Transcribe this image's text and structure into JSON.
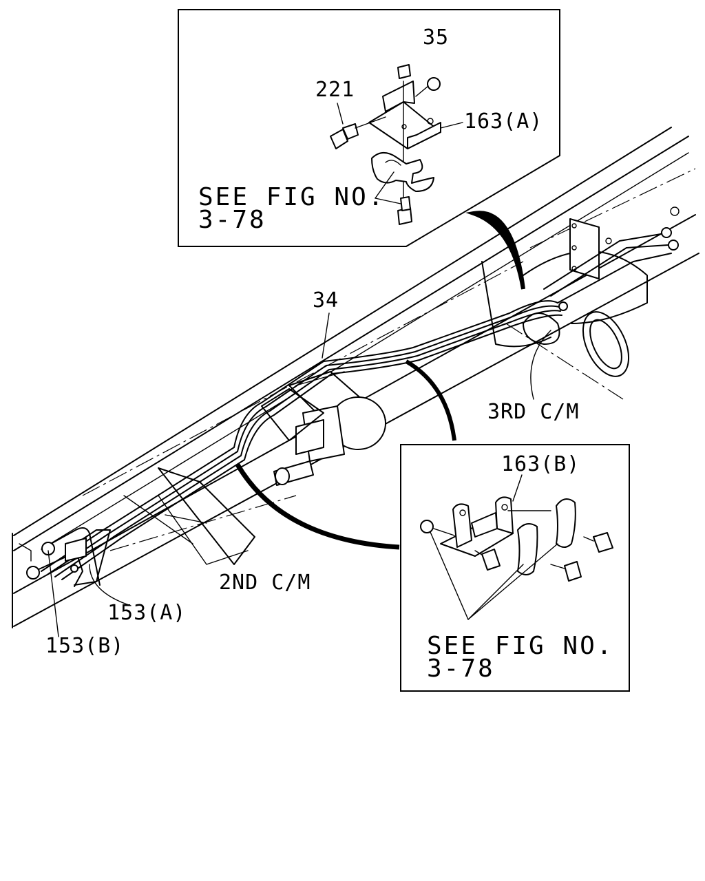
{
  "callouts": {
    "top_nut": "35",
    "top_bolt": "221",
    "top_bracket": "163(A)",
    "pipes": "34",
    "third_cm": "3RD C/M",
    "second_cm": "2ND C/M",
    "right_bracket": "163(B)",
    "pipe_a": "153(A)",
    "pipe_b": "153(B)"
  },
  "inset_top": {
    "note_line1": "SEE FIG NO.",
    "note_line2": "3-78"
  },
  "inset_bottom": {
    "note_line1": "SEE FIG NO.",
    "note_line2": "3-78"
  }
}
